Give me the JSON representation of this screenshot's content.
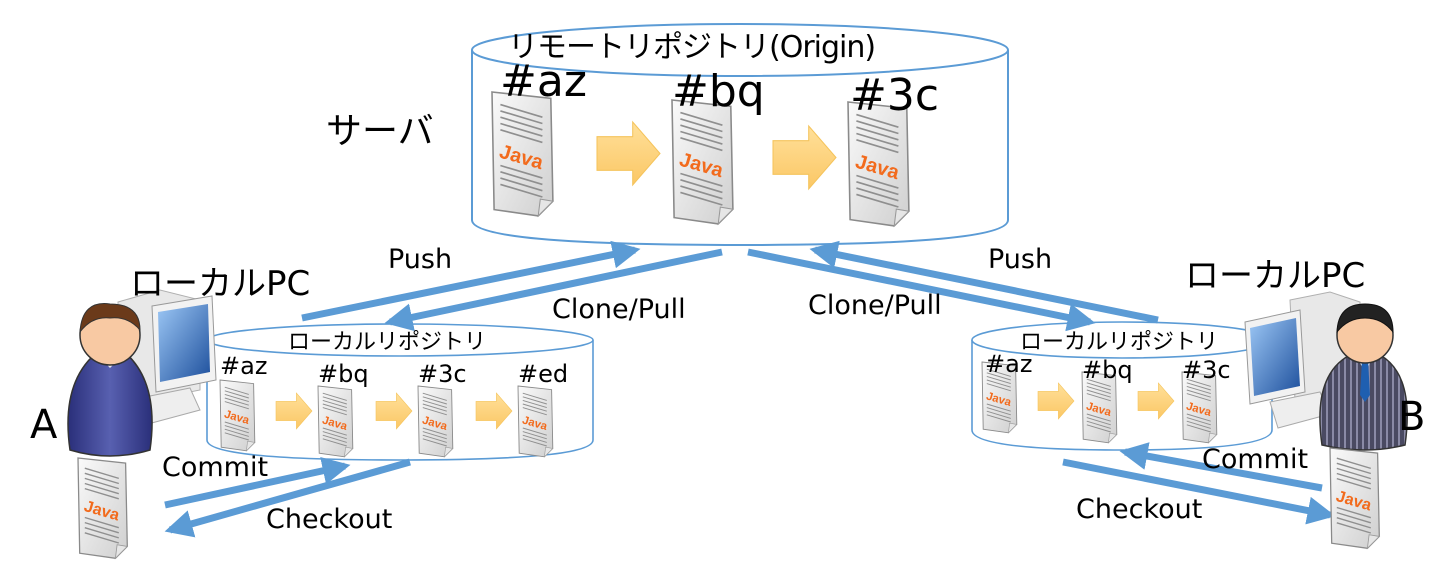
{
  "server": {
    "label": "サーバ",
    "repo_title": "リモートリポジトリ(Origin)",
    "commits": [
      "#az",
      "#bq",
      "#3c"
    ]
  },
  "local_a": {
    "pc_label": "ローカルPC",
    "user_label": "A",
    "repo_title": "ローカルリポジトリ",
    "commits": [
      "#az",
      "#bq",
      "#3c",
      "#ed"
    ]
  },
  "local_b": {
    "pc_label": "ローカルPC",
    "user_label": "B",
    "repo_title": "ローカルリポジトリ",
    "commits": [
      "#az",
      "#bq",
      "#3c"
    ]
  },
  "operations": {
    "push_a": "Push",
    "pull_a": "Clone/Pull",
    "push_b": "Push",
    "pull_b": "Clone/Pull",
    "commit_a": "Commit",
    "checkout_a": "Checkout",
    "commit_b": "Commit",
    "checkout_b": "Checkout"
  },
  "file_label": "Java",
  "colors": {
    "arrow": "#5b9bd5",
    "cylinder": "#5b9bd5",
    "commit_arrow": "#fdd27a",
    "java_text": "#f26b1d"
  }
}
